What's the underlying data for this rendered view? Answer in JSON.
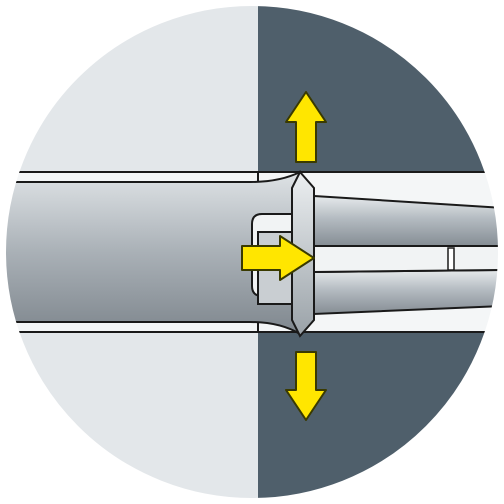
{
  "diagram": {
    "type": "technical-illustration",
    "subject": "expanding-anchor-in-wall-section",
    "colors": {
      "background": "#ffffff",
      "wall_light": "#e3e7ea",
      "wall_dark": "#4f5f6b",
      "tube_light": "#dfe3e6",
      "tube_mid": "#a9b0b6",
      "tube_dark": "#7f878e",
      "outline": "#1a1a1a",
      "arrow_fill": "#ffe600",
      "arrow_stroke": "#3a3a00"
    },
    "arrows": [
      {
        "id": "expand-up",
        "direction": "up"
      },
      {
        "id": "push-right",
        "direction": "right"
      },
      {
        "id": "expand-down",
        "direction": "down"
      }
    ]
  }
}
